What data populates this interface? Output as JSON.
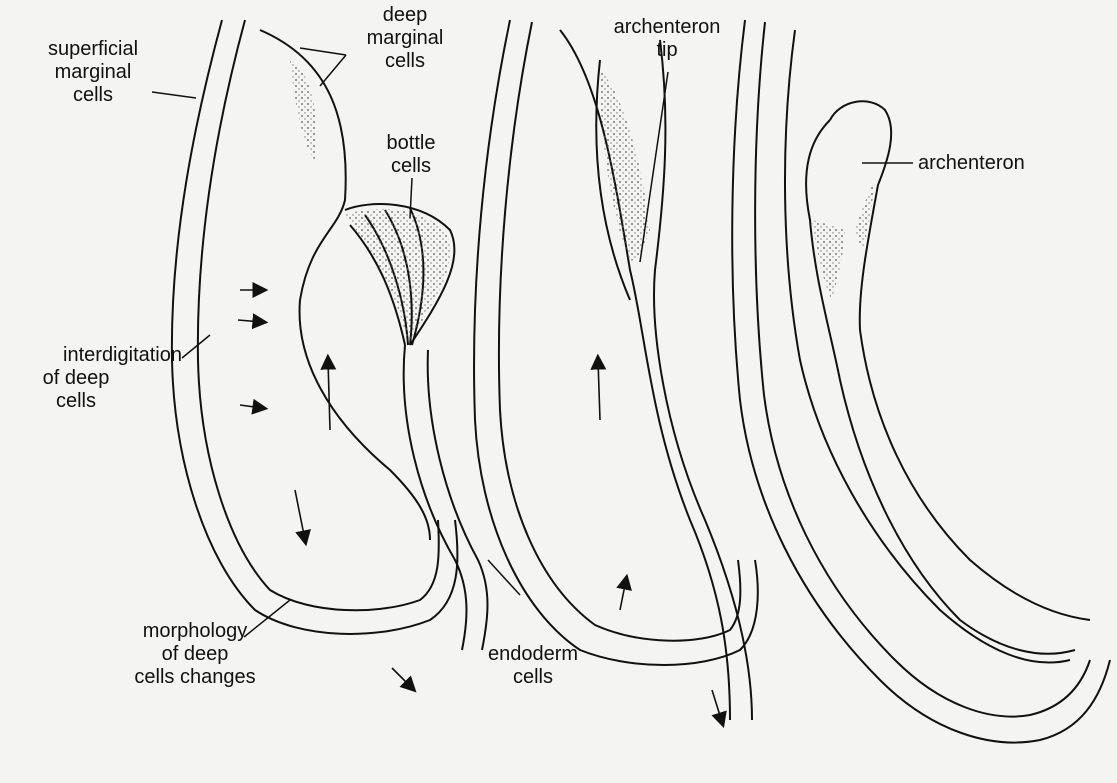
{
  "labels": {
    "superficial_marginal_cells": [
      "superficial",
      "marginal",
      "cells"
    ],
    "deep_marginal_cells": [
      "deep",
      "marginal",
      "cells"
    ],
    "bottle_cells": [
      "bottle",
      "cells"
    ],
    "interdigitation": [
      "interdigitation",
      "of deep",
      "cells"
    ],
    "morphology": [
      "morphology",
      "of deep",
      "cells changes"
    ],
    "endoderm_cells": [
      "endoderm",
      "cells"
    ],
    "archenteron_tip": [
      "archenteron",
      "tip"
    ],
    "archenteron": "archenteron"
  },
  "colors": {
    "ink": "#111111",
    "paper": "#f4f4f2",
    "stipple": "#cfcfcf"
  }
}
